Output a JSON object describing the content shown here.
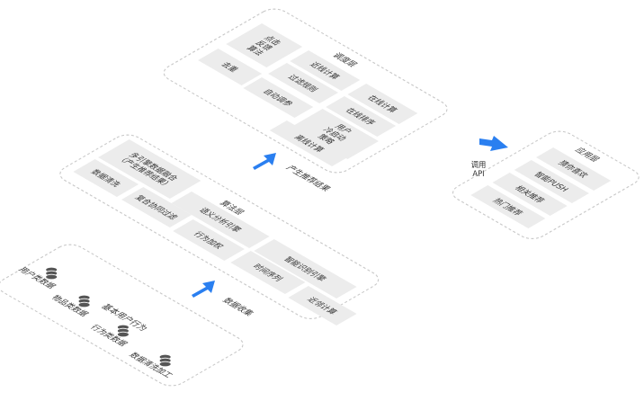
{
  "colors": {
    "tile": "#ececec",
    "tile_text": "#333333",
    "layer_border": "#c8c8c8",
    "arrow": "#2a7ff0",
    "label_text": "#333333",
    "db_icon": "#555555"
  },
  "dispatch_layer": {
    "title": "调度层",
    "tiles": [
      {
        "label": "点击\n反馈\n算法"
      },
      {
        "label": "近线计算"
      },
      {
        "label": "去重"
      },
      {
        "label": "过滤规则"
      },
      {
        "label": "在线计算"
      },
      {
        "label": "自动调参"
      },
      {
        "label": "在线排序"
      },
      {
        "label": "用户\n冷启动\n策略"
      },
      {
        "label": "离线计算"
      }
    ]
  },
  "algorithm_layer": {
    "title": "算法层",
    "tiles": [
      {
        "label": "多引擎数据融合\n（产生推荐结果）"
      },
      {
        "label": "数据清洗"
      },
      {
        "label": "复合协同过滤"
      },
      {
        "label": "语义分析引擎"
      },
      {
        "label": "行为加权"
      },
      {
        "label": "时间序列"
      },
      {
        "label": "智能识别引擎"
      },
      {
        "label": "近邻计算"
      }
    ]
  },
  "application_layer": {
    "title": "应用层",
    "tiles": [
      {
        "label": "猜你喜欢"
      },
      {
        "label": "智能PUSH"
      },
      {
        "label": "相关推荐"
      },
      {
        "label": "热门推荐"
      }
    ]
  },
  "base_layer": {
    "title": "基本用户行为",
    "items": [
      {
        "label": "用户类数据",
        "icon": "database-icon"
      },
      {
        "label": "物品类数据",
        "icon": "database-icon"
      },
      {
        "label": "行为类数据",
        "icon": "database-icon"
      },
      {
        "label": "数据清洗加工",
        "icon": "database-icon"
      }
    ]
  },
  "arrows": {
    "collect": {
      "label": "数据收集"
    },
    "produce": {
      "label": "产生推荐结果"
    },
    "api": {
      "label": "调用\nAPI"
    }
  }
}
